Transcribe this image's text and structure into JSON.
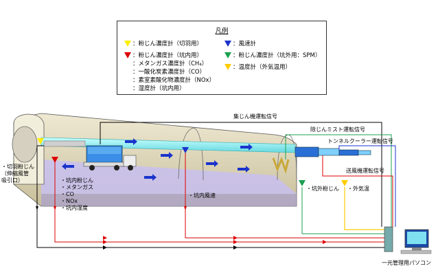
{
  "legend": {
    "title": "凡例",
    "items_left": [
      "：粉じん濃度計（切羽用）",
      "：粉じん濃度計（坑内用）",
      "：メタンガス濃度計（CH₄）",
      "：一酸化炭素濃度計（CO）",
      "：素室素酸化物濃度計（NOx）",
      "：湿度計（坑内用）"
    ],
    "items_right": [
      "：風速計",
      "：粉じん濃度計（坑外用：SPM）",
      "：温度計（外気温用）"
    ]
  },
  "signals": {
    "dust_collector": "集じん機運転信号",
    "mist_removal": "除じんミスト運転信号",
    "tunnel_cooler": "トンネルクーラー運転信号",
    "blower": "送風機運転信号"
  },
  "labels": {
    "face_dust": [
      "・切羽粉じん",
      "（伸縮風管",
      "吸引口）"
    ],
    "tunnel_sensors": [
      "・坑内粉じん",
      "・メタンガス",
      "・CO",
      "・NOx",
      "・坑内湿度"
    ],
    "tunnel_wind": "・坑内風速",
    "outside_dust": "・坑外粉じん",
    "outside_temp": "・外気温",
    "pc": "一元管理用パソコン"
  },
  "colors": {
    "yellow": "#ffee00",
    "red": "#dd0000",
    "blue": "#1a33cc",
    "green": "#1aa050",
    "orange": "#ffcc00",
    "tunnel_wall": "#e8e0c6",
    "tunnel_floor": "#c9bfe6",
    "duct": "#9ff0f0"
  }
}
